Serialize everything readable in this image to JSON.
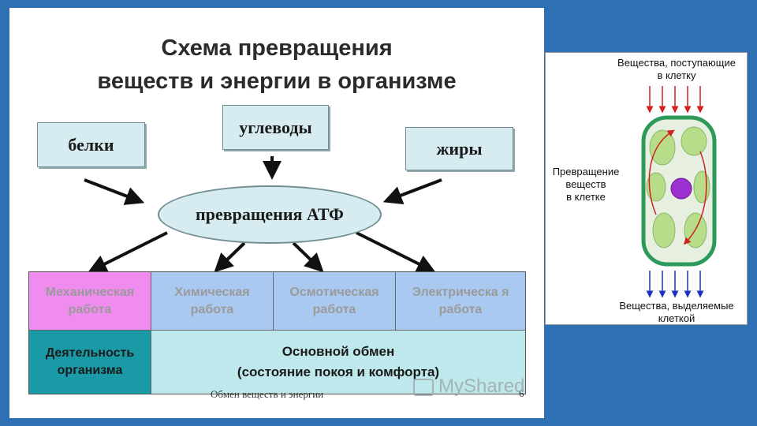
{
  "title": {
    "line1": "Схема превращения",
    "line2": "веществ и энергии в организме"
  },
  "inputs": {
    "proteins": "белки",
    "carbs": "углеводы",
    "fats": "жиры"
  },
  "center": "превращения АТФ",
  "table": {
    "headers": [
      "Механическая работа",
      "Химическая работа",
      "Осмотическая работа",
      "Электрическа я работа"
    ],
    "row2_left": "Деятельность организма",
    "row2_main_line1": "Основной обмен",
    "row2_main_line2": "(состояние покоя и комфорта)"
  },
  "footer": {
    "caption": "Обмен веществ и энергии",
    "page": "6"
  },
  "watermark": "MyShared",
  "cell_panel": {
    "top_label_line1": "Вещества, поступающие",
    "top_label_line2": "в клетку",
    "mid_label_line1": "Превращение",
    "mid_label_line2": "веществ",
    "mid_label_line3": "в клетке",
    "bottom_label_line1": "Вещества, выделяемые",
    "bottom_label_line2": "клеткой"
  },
  "colors": {
    "background": "#2f6fb3",
    "box_fill": "#d7ecf0",
    "pink_cell": "#f08cf0",
    "blue_cell": "#aac9f0",
    "teal_cell": "#1a9aa6",
    "light_cell": "#bfe8ec",
    "cell_wall": "#2e9a5a",
    "nucleus": "#9b2fd0",
    "in_arrows": "#d22020",
    "out_arrows": "#2030c0"
  }
}
